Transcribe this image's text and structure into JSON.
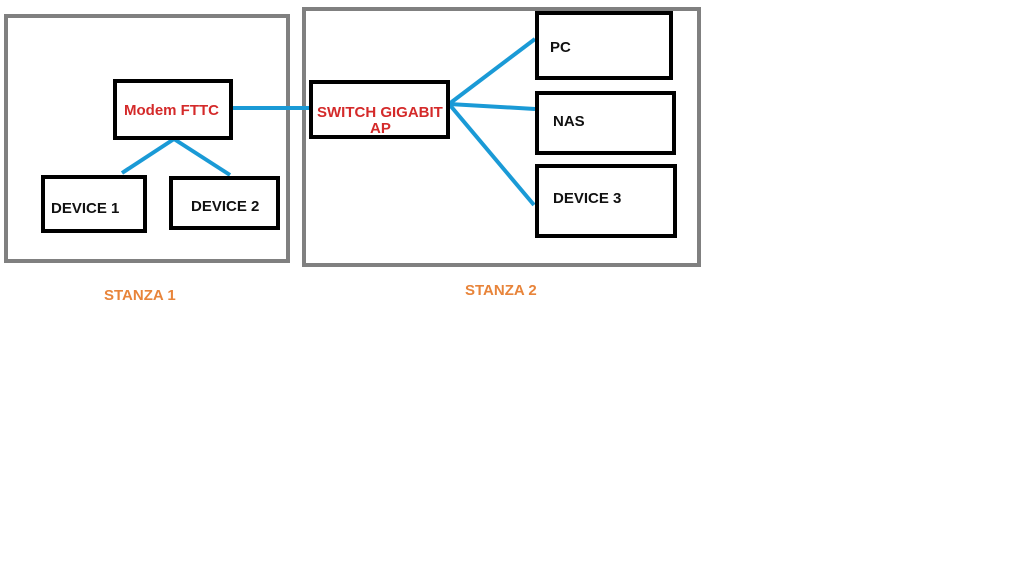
{
  "rooms": [
    {
      "label": "STANZA 1"
    },
    {
      "label": "STANZA 2"
    }
  ],
  "nodes": {
    "modem": {
      "label": "Modem FTTC"
    },
    "device1": {
      "label": "DEVICE 1"
    },
    "device2": {
      "label": "DEVICE 2"
    },
    "switch": {
      "line1": "SWITCH GIGABIT",
      "line2": "AP"
    },
    "pc": {
      "label": "PC"
    },
    "nas": {
      "label": "NAS"
    },
    "device3": {
      "label": "DEVICE 3"
    }
  },
  "colors": {
    "link": "#1a9ad6",
    "node_text_red": "#d42a2a",
    "room_label": "#e8843a",
    "room_border": "#808080"
  }
}
